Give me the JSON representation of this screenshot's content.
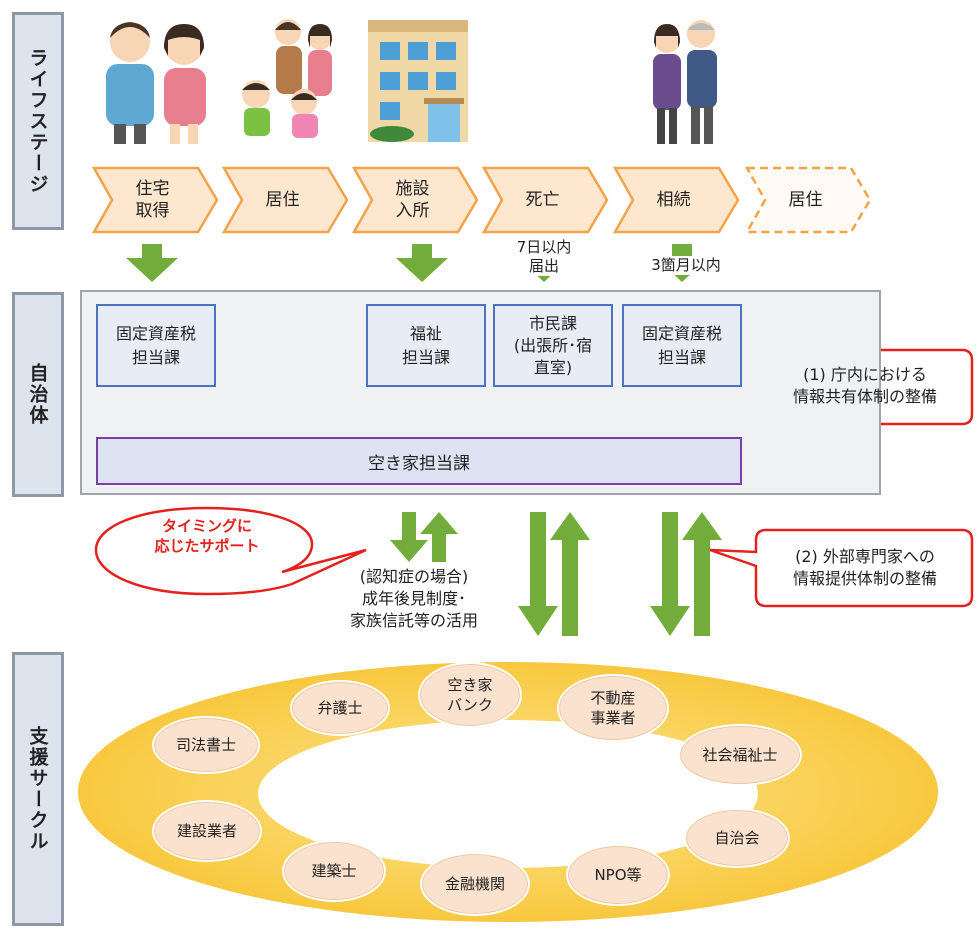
{
  "side_labels": {
    "life_stage": "ライフステージ",
    "municipality": "自治体",
    "support_circle": "支援サークル"
  },
  "stages": [
    "住宅\n取得",
    "居住",
    "施設\n入所",
    "死亡",
    "相続",
    "居住"
  ],
  "stage_notes": {
    "death": "7日以内\n届出",
    "inherit": "3箇月以内"
  },
  "departments": {
    "tax1": "固定資産税\n担当課",
    "welfare": "福祉\n担当課",
    "citizen": "市民課\n(出張所･宿\n直室)",
    "tax2": "固定資産税\n担当課",
    "vacant": "空き家担当課"
  },
  "callouts": {
    "internal": "(1) 庁内における\n情報共有体制の整備",
    "external": "(2) 外部専門家への\n情報提供体制の整備",
    "timing": "タイミングに\n応じたサポート"
  },
  "dementia_note": "(認知症の場合)\n成年後見制度･\n家族信託等の活用",
  "support_members": {
    "bank": "空き家\nバンク",
    "lawyer": "弁護士",
    "realestate": "不動産\n事業者",
    "scrivener": "司法書士",
    "socialworker": "社会福祉士",
    "builder": "建設業者",
    "association": "自治会",
    "architect": "建築士",
    "finance": "金融機関",
    "npo": "NPO等"
  },
  "colors": {
    "chevron_fill": "#fde8cf",
    "chevron_border": "#f2a34a",
    "arrow_green": "#72ad3c",
    "dept_border": "#4a74c2",
    "vacant_border": "#7a3fa3",
    "callout_red": "#e3211d",
    "ring_yellow": "#f9cb45"
  }
}
